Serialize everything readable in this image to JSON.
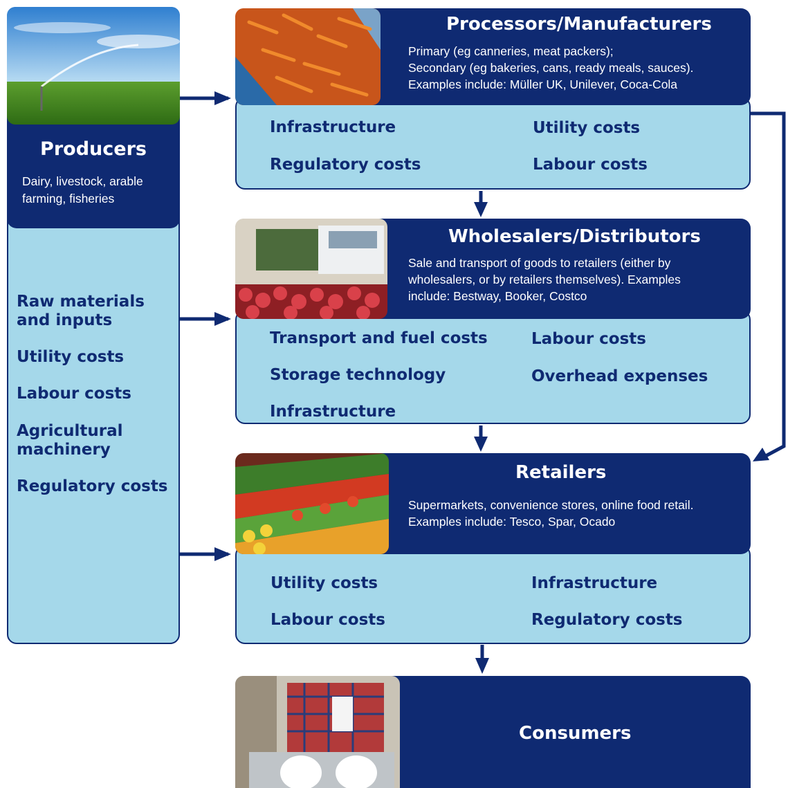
{
  "producers": {
    "title": "Producers",
    "description": "Dairy, livestock, arable farming, fisheries",
    "costs": [
      "Raw materials and inputs",
      "Utility costs",
      "Labour costs",
      "Agricultural machinery",
      "Regulatory costs"
    ],
    "image_icon": "irrigation-field-photo"
  },
  "processors": {
    "title": "Processors/Manufacturers",
    "description": [
      "Primary (eg canneries, meat packers);",
      "Secondary (eg bakeries, cans, ready meals, sauces).",
      "Examples include: Müller UK, Unilever, Coca-Cola"
    ],
    "costs": [
      "Infrastructure",
      "Utility costs",
      "Regulatory costs",
      "Labour costs"
    ],
    "image_icon": "carrots-conveyor-photo"
  },
  "wholesalers": {
    "title": "Wholesalers/Distributors",
    "description": [
      "Sale and transport of goods to retailers (either by",
      "wholesalers, or by retailers themselves). Examples",
      "include: Bestway, Booker, Costco"
    ],
    "costs": [
      "Transport and fuel costs",
      "Labour costs",
      "Storage technology",
      "Overhead expenses",
      "Infrastructure"
    ],
    "image_icon": "truck-apples-photo"
  },
  "retailers": {
    "title": "Retailers",
    "description": [
      "Supermarkets, convenience stores, online food retail.",
      "Examples include: Tesco, Spar, Ocado"
    ],
    "costs": [
      "Utility costs",
      "Infrastructure",
      "Labour costs",
      "Regulatory costs"
    ],
    "image_icon": "vegetable-display-photo"
  },
  "consumers": {
    "title": "Consumers",
    "image_icon": "shopping-trolley-photo"
  },
  "colors": {
    "navy": "#0f2a72",
    "light_blue": "#a5d8ea",
    "white": "#ffffff"
  }
}
